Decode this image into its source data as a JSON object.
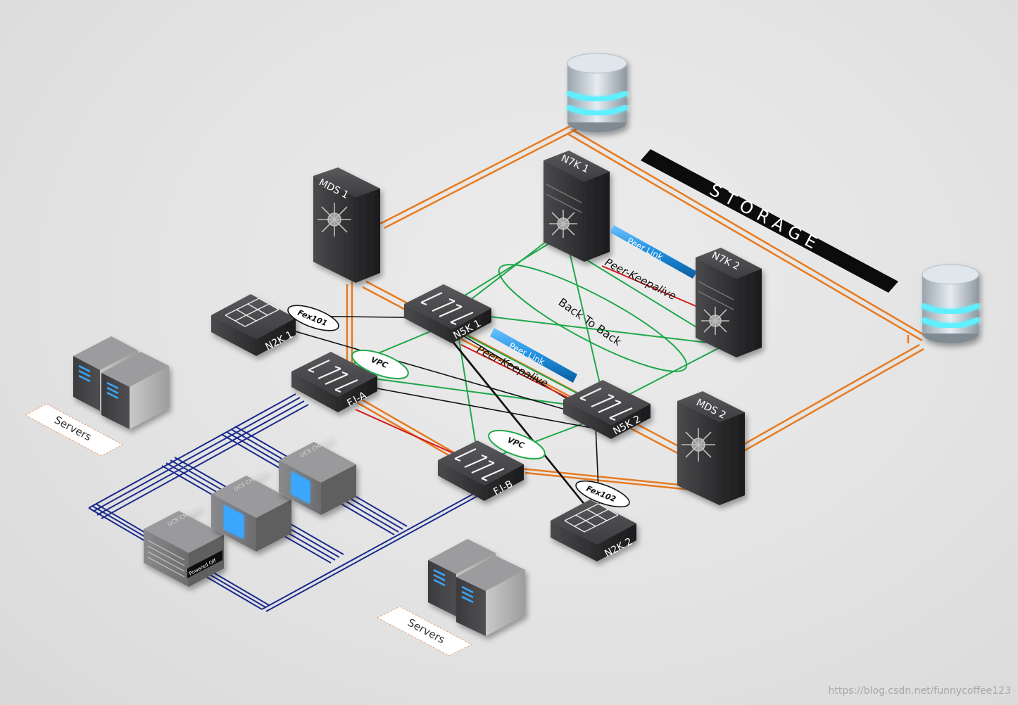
{
  "title_banner": "STORAGE",
  "devices": {
    "mds1": "MDS 1",
    "mds2": "MDS 2",
    "n7k1": "N7K 1",
    "n7k2": "N7K 2",
    "n5k1": "N5K 1",
    "n5k2": "N5K 2",
    "n2k1": "N2K 1",
    "n2k2": "N2K 2",
    "fia": "F.I-A",
    "fib": "F.I-B"
  },
  "links": {
    "peer_link_top": "Peer Link",
    "peer_keepalive_top": "Peer-Keepalive",
    "peer_link_mid": "Peer Link",
    "peer_keepalive_mid": "Peer-Keepalive",
    "back_to_back": "Back To Back",
    "vpc_a": "VPC",
    "vpc_b": "VPC",
    "fex101": "Fex101",
    "fex102": "Fex102"
  },
  "chassis": {
    "c1": "UCS CHASSIS",
    "c2": "UCS CHASSIS",
    "c3": "UCS CHASSIS",
    "powered_off": "Powered Off"
  },
  "servers_left": "Servers",
  "servers_bottom": "Servers",
  "watermark": "https://blog.csdn.net/funnycoffee123",
  "colors": {
    "orange_fc": "#e87a1e",
    "green_lan": "#1fa84a",
    "black_fex": "#111111",
    "red_keepalive": "#d21c1c",
    "navy_chassis": "#1a2a8c",
    "peer_link_blue": "#1e8fe0",
    "device_dark": "#3a3a3c",
    "banner_black": "#0c0c0c"
  },
  "icons": [
    "database-icon",
    "switch-icon",
    "nexus-star-icon",
    "fabric-interconnect-icon",
    "server-tower-icon",
    "ucs-chassis-icon"
  ]
}
